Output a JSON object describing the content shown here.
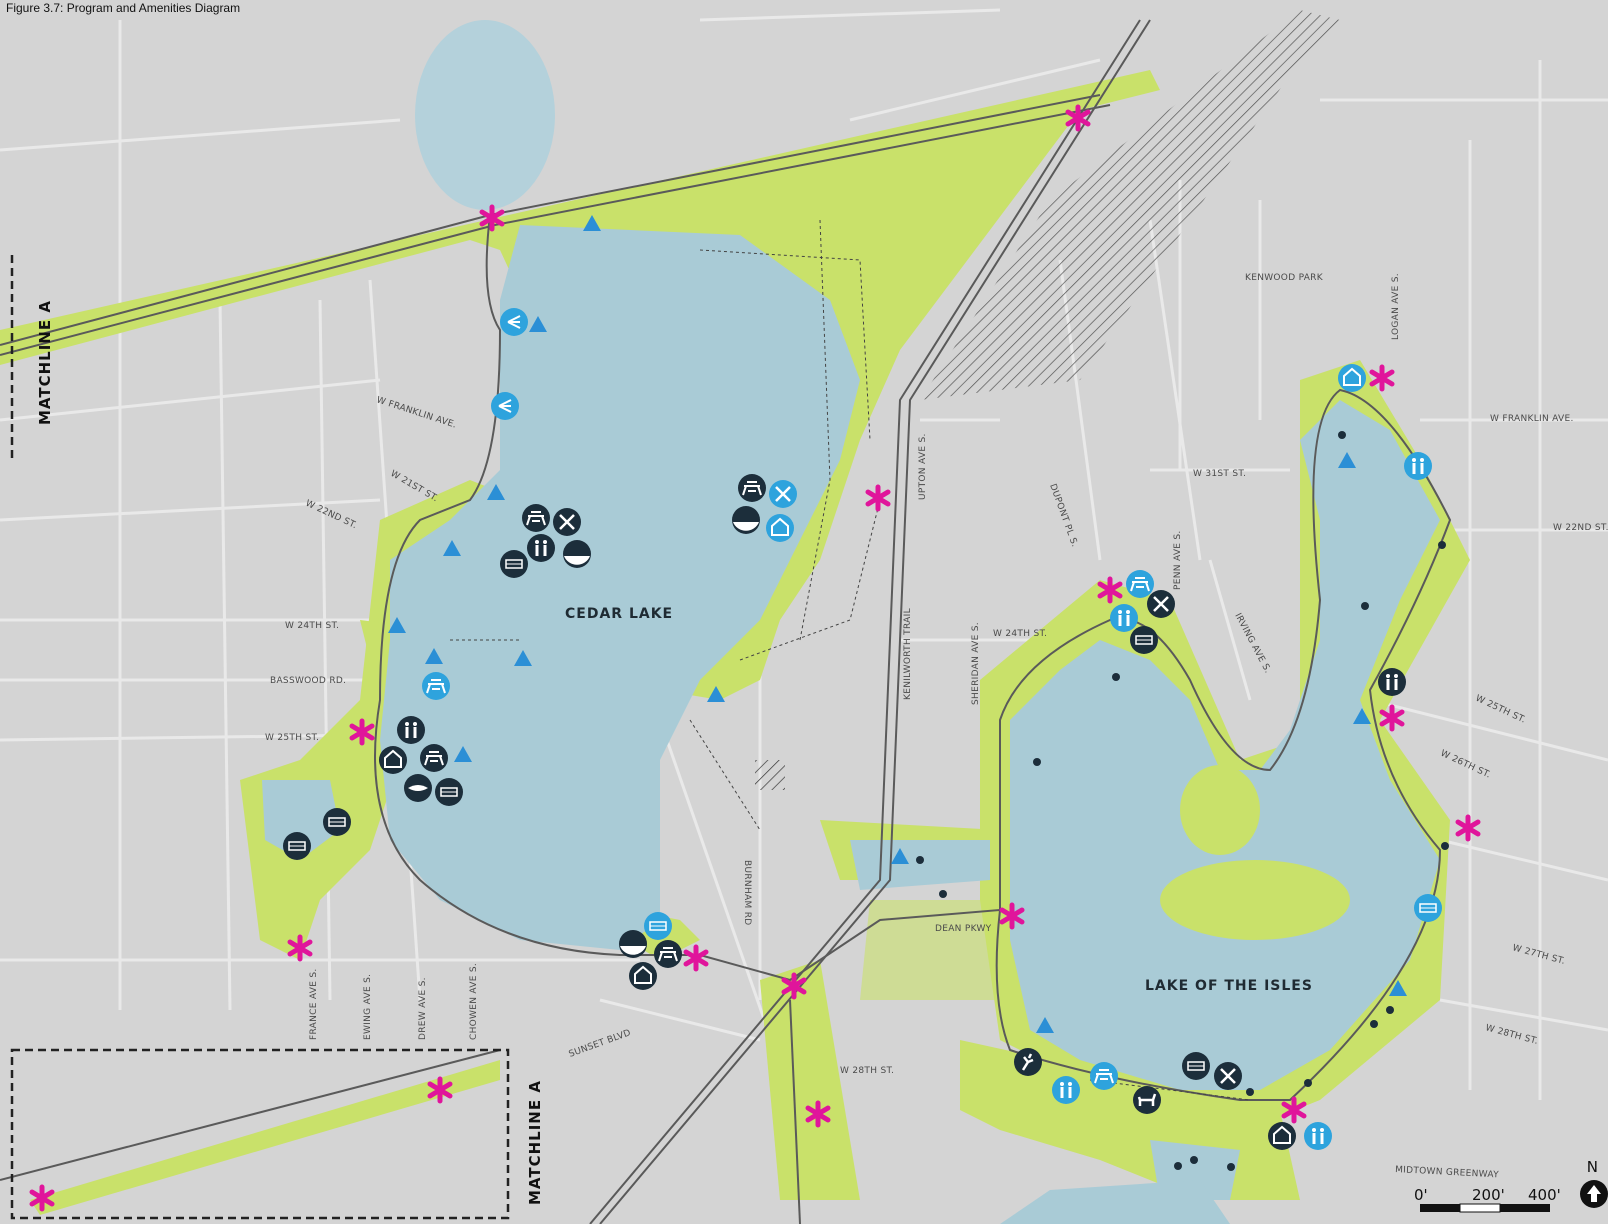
{
  "figure_title": "Figure 3.7: Program and Amenities Diagram",
  "lakes": {
    "cedar": "CEDAR LAKE",
    "isles": "LAKE OF THE ISLES"
  },
  "matchlines": {
    "left": "MATCHLINE A",
    "bottom": "MATCHLINE A"
  },
  "streets": {
    "kenwood_park": "KENWOOD PARK",
    "logan_ave": "LOGAN AVE S.",
    "w_franklin_left": "W FRANKLIN AVE.",
    "w_franklin_right": "W FRANKLIN AVE.",
    "w_21st": "W 21ST ST.",
    "w_22nd_left": "W 22ND ST.",
    "w_22nd_right": "W 22ND ST.",
    "w_24th_left": "W 24TH ST.",
    "w_24th_mid": "W 24TH ST.",
    "basswood": "BASSWOOD RD.",
    "w_25th_left": "W 25TH ST.",
    "w_31st": "W 31ST ST.",
    "penn_ave": "PENN AVE S.",
    "upton_ave": "UPTON AVE S.",
    "kenilworth_trail": "KENILWORTH TRAIL",
    "sheridan_ave": "SHERIDAN AVE S.",
    "dean_pkwy": "DEAN PKWY",
    "burnham_rd": "BURNHAM RD",
    "sunset_blvd": "SUNSET BLVD",
    "w_28th": "W 28TH ST.",
    "w_25th_right": "W 25TH ST.",
    "w_26th": "W 26TH ST.",
    "w_27th": "W 27TH ST.",
    "w_28th_right": "W 28TH ST.",
    "midtown": "MIDTOWN GREENWAY",
    "france_ave": "FRANCE AVE S.",
    "ewing_ave": "EWING AVE S.",
    "drew_ave": "DREW AVE S.",
    "chowen_ave": "CHOWEN AVE S.",
    "irving_ave": "IRVING AVE S.",
    "dupont_pl": "DUPONT PL S."
  },
  "scale_bar": {
    "zero": "0'",
    "mid": "200'",
    "max": "400'",
    "north": "N"
  },
  "colors": {
    "water": "#a9cbd6",
    "water_deep": "#9cc1cd",
    "park": "#c9e16a",
    "urban": "#d3d3d3",
    "icon_dark": "#1c2e3b",
    "icon_light": "#2ea3dd",
    "gateway": "#e0159b",
    "access": "#2b8fd6"
  },
  "icon_names": [
    "picnic-icon",
    "canoe-icon",
    "restroom-icon",
    "swim-icon",
    "dock-icon",
    "shelter-icon",
    "fishing-icon",
    "overlook-icon",
    "run-icon",
    "dog-icon",
    "boat-rack-icon",
    "gateway-icon",
    "access-point-icon"
  ]
}
